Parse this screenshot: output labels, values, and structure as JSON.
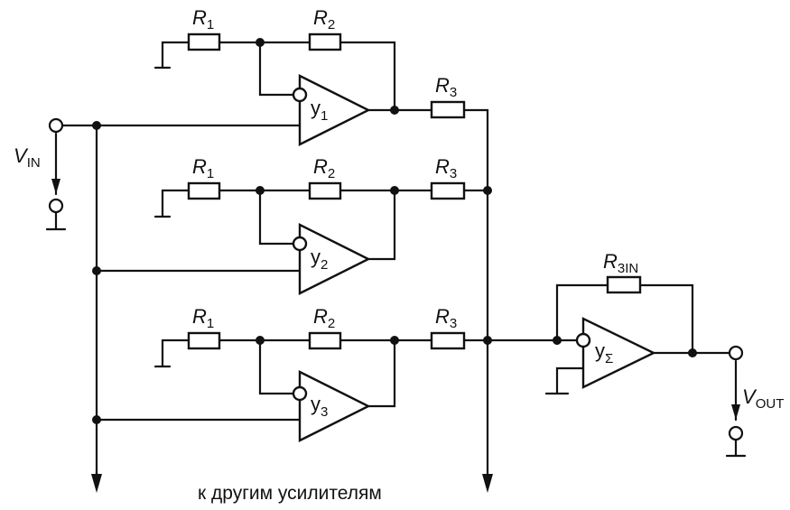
{
  "labels": {
    "r1": "R",
    "r1_sub": "1",
    "r2": "R",
    "r2_sub": "2",
    "r3": "R",
    "r3_sub": "3",
    "r3in": "R",
    "r3in_sub": "3IN",
    "amp": "y",
    "amp1_sub": "1",
    "amp2_sub": "2",
    "amp3_sub": "3",
    "amp_sum_sub": "Σ",
    "vin": "V",
    "vin_sub": "IN",
    "vout": "V",
    "vout_sub": "OUT"
  },
  "caption": "к другим усилителям"
}
